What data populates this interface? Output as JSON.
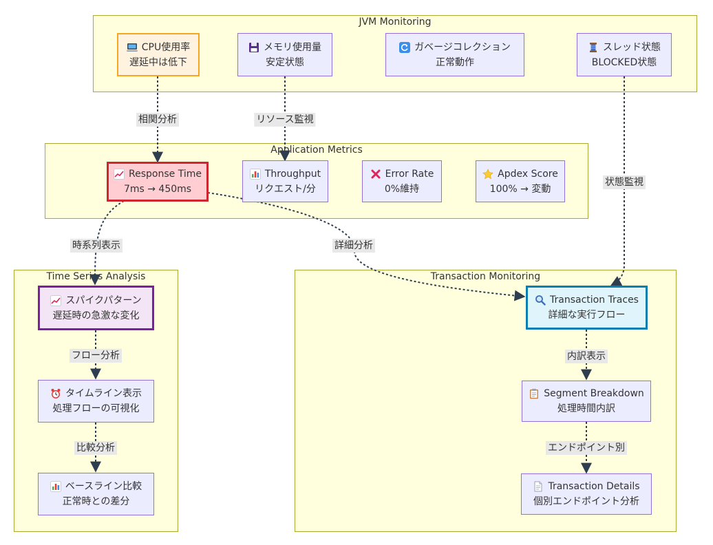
{
  "clusters": {
    "jvm": {
      "title": "JVM Monitoring"
    },
    "app": {
      "title": "Application Metrics"
    },
    "ts": {
      "title": "Time Series Analysis"
    },
    "tx": {
      "title": "Transaction Monitoring"
    }
  },
  "nodes": {
    "cpu": {
      "icon": "computer-icon",
      "line1": "CPU使用率",
      "line2": "遅延中は低下"
    },
    "mem": {
      "icon": "floppy-disk-icon",
      "line1": "メモリ使用量",
      "line2": "安定状態"
    },
    "gc": {
      "icon": "refresh-icon",
      "line1": "ガベージコレクション",
      "line2": "正常動作"
    },
    "thread": {
      "icon": "thread-spool-icon",
      "line1": "スレッド状態",
      "line2": "BLOCKED状態"
    },
    "rt": {
      "icon": "chart-increasing-icon",
      "line1": "Response Time",
      "line2": "7ms → 450ms"
    },
    "tp": {
      "icon": "bar-chart-icon",
      "line1": "Throughput",
      "line2": "リクエスト/分"
    },
    "err": {
      "icon": "cross-mark-icon",
      "line1": "Error Rate",
      "line2": "0%維持"
    },
    "apdex": {
      "icon": "star-icon",
      "line1": "Apdex Score",
      "line2": "100% → 変動"
    },
    "spike": {
      "icon": "chart-increasing-icon",
      "line1": "スパイクパターン",
      "line2": "遅延時の急激な変化"
    },
    "timeline": {
      "icon": "alarm-clock-icon",
      "line1": "タイムライン表示",
      "line2": "処理フローの可視化"
    },
    "baseline": {
      "icon": "bar-chart-icon",
      "line1": "ベースライン比較",
      "line2": "正常時との差分"
    },
    "traces": {
      "icon": "magnifying-glass-icon",
      "line1": "Transaction Traces",
      "line2": "詳細な実行フロー"
    },
    "segment": {
      "icon": "clipboard-icon",
      "line1": "Segment Breakdown",
      "line2": "処理時間内訳"
    },
    "details": {
      "icon": "page-icon",
      "line1": "Transaction Details",
      "line2": "個別エンドポイント分析"
    }
  },
  "edges": {
    "cpu_rt": "相関分析",
    "mem_tp": "リソース監視",
    "thread_traces": "状態監視",
    "rt_spike": "時系列表示",
    "rt_traces": "詳細分析",
    "spike_timeline": "フロー分析",
    "timeline_baseline": "比較分析",
    "traces_segment": "内訳表示",
    "segment_details": "エンドポイント別"
  }
}
